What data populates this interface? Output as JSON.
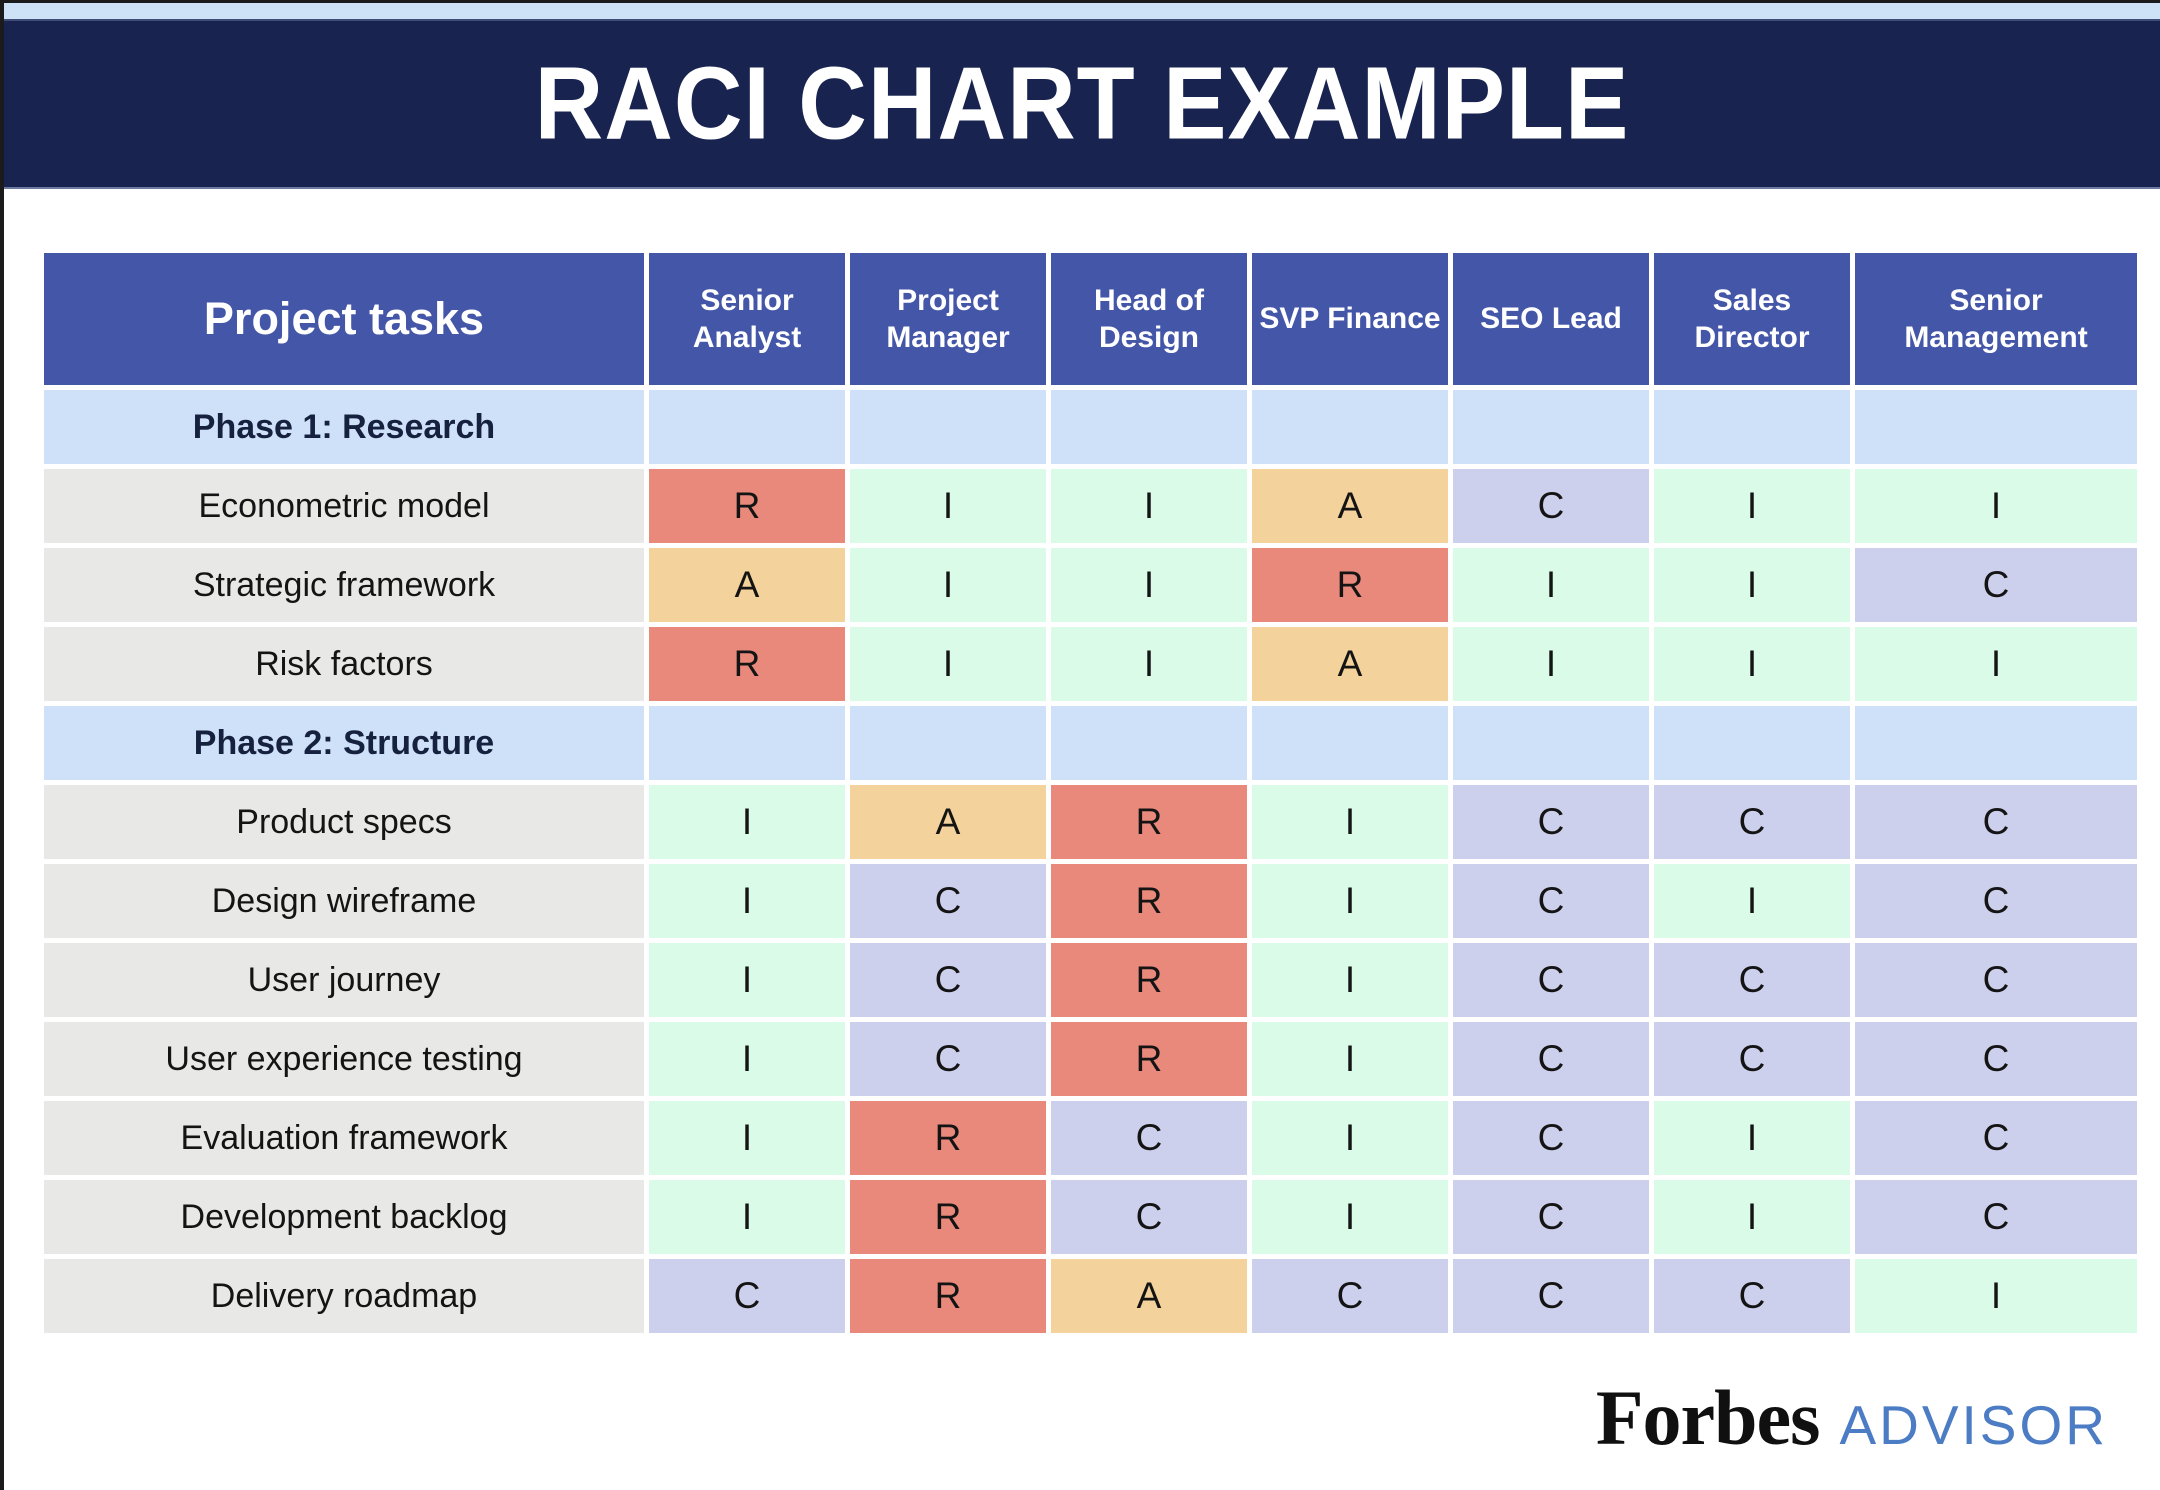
{
  "title": "RACI CHART EXAMPLE",
  "footer": {
    "brand": "Forbes",
    "brand_suffix": "ADVISOR"
  },
  "raci_colors": {
    "R": "#e9897b",
    "A": "#f3d29b",
    "C": "#cdd0ed",
    "I": "#d9fbe8"
  },
  "palette": {
    "top_strip": "#cde1f7",
    "title_band": "#18244f",
    "header_cell": "#4456a7",
    "phase_row": "#cfe1f8",
    "task_cell": "#e8e8e7"
  },
  "chart_data": {
    "type": "table",
    "title": "RACI CHART EXAMPLE",
    "task_header": "Project tasks",
    "roles": [
      "Senior Analyst",
      "Project Manager",
      "Head of Design",
      "SVP Finance",
      "SEO Lead",
      "Sales Director",
      "Senior Management"
    ],
    "rows": [
      {
        "type": "phase",
        "label": "Phase 1: Research",
        "values": []
      },
      {
        "type": "task",
        "label": "Econometric model",
        "values": [
          "R",
          "I",
          "I",
          "A",
          "C",
          "I",
          "I"
        ]
      },
      {
        "type": "task",
        "label": "Strategic framework",
        "values": [
          "A",
          "I",
          "I",
          "R",
          "I",
          "I",
          "C"
        ]
      },
      {
        "type": "task",
        "label": "Risk factors",
        "values": [
          "R",
          "I",
          "I",
          "A",
          "I",
          "I",
          "I"
        ]
      },
      {
        "type": "phase",
        "label": "Phase 2: Structure",
        "values": []
      },
      {
        "type": "task",
        "label": "Product specs",
        "values": [
          "I",
          "A",
          "R",
          "I",
          "C",
          "C",
          "C"
        ]
      },
      {
        "type": "task",
        "label": "Design wireframe",
        "values": [
          "I",
          "C",
          "R",
          "I",
          "C",
          "I",
          "C"
        ]
      },
      {
        "type": "task",
        "label": "User journey",
        "values": [
          "I",
          "C",
          "R",
          "I",
          "C",
          "C",
          "C"
        ]
      },
      {
        "type": "task",
        "label": "User experience testing",
        "values": [
          "I",
          "C",
          "R",
          "I",
          "C",
          "C",
          "C"
        ]
      },
      {
        "type": "task",
        "label": "Evaluation framework",
        "values": [
          "I",
          "R",
          "C",
          "I",
          "C",
          "I",
          "C"
        ]
      },
      {
        "type": "task",
        "label": "Development backlog",
        "values": [
          "I",
          "R",
          "C",
          "I",
          "C",
          "I",
          "C"
        ]
      },
      {
        "type": "task",
        "label": "Delivery roadmap",
        "values": [
          "C",
          "R",
          "A",
          "C",
          "C",
          "C",
          "I"
        ]
      }
    ]
  }
}
